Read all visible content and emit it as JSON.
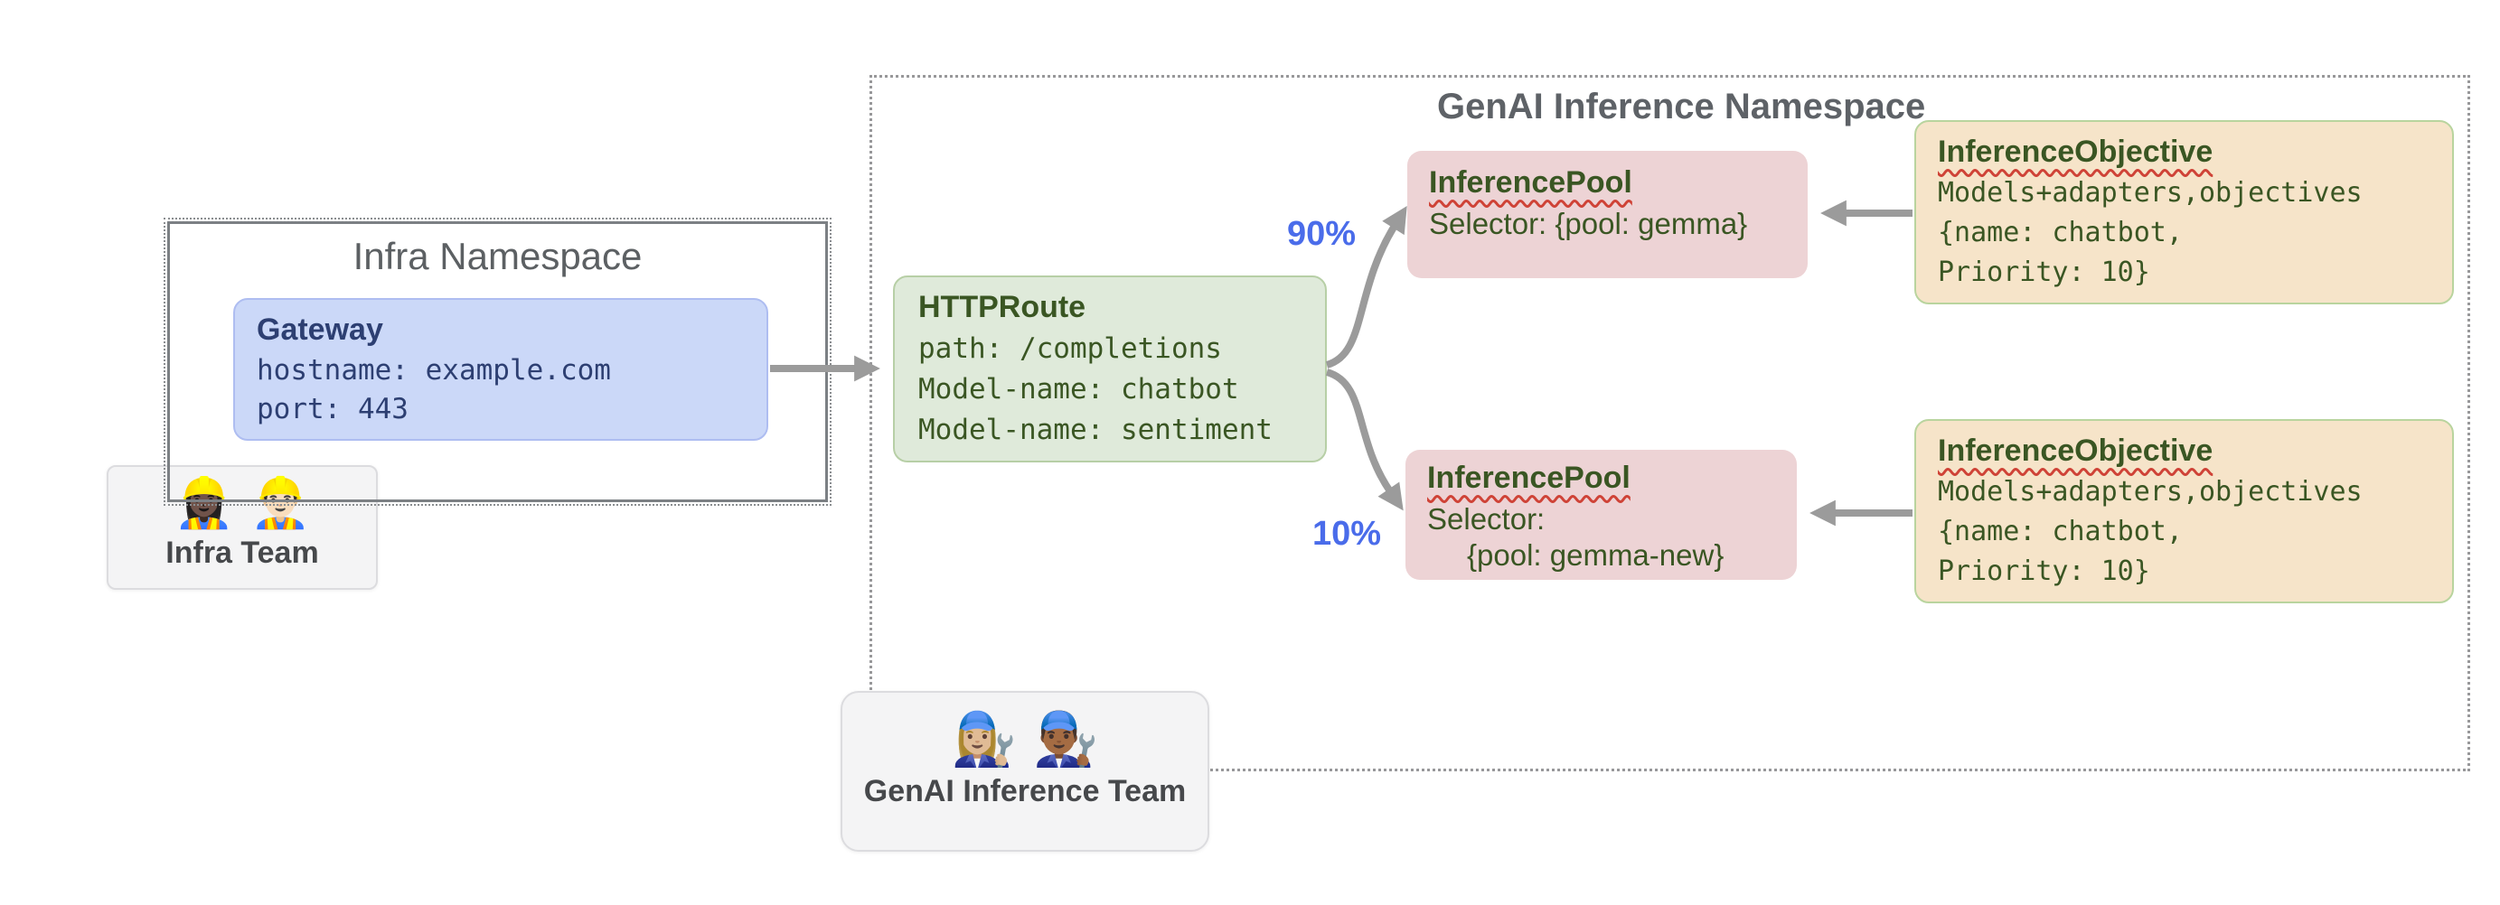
{
  "genai_namespace": {
    "label": "GenAI Inference Namespace"
  },
  "infra_namespace": {
    "label": "Infra Namespace"
  },
  "gateway": {
    "title": "Gateway",
    "lines": [
      "hostname: example.com",
      "port: 443"
    ]
  },
  "httproute": {
    "title": "HTTPRoute",
    "lines": [
      "path: /completions",
      "Model-name: chatbot",
      "Model-name: sentiment"
    ]
  },
  "pool_top": {
    "title": "InferencePool",
    "lines": [
      "Selector: {pool: gemma}"
    ]
  },
  "pool_bottom": {
    "title": "InferencePool",
    "lines": [
      "Selector:",
      "{pool: gemma-new}"
    ]
  },
  "objective_top": {
    "title": "InferenceObjective",
    "lines": [
      "Models+adapters,objectives",
      "{name: chatbot,",
      "Priority: 10}"
    ]
  },
  "objective_bottom": {
    "title": "InferenceObjective",
    "lines": [
      "Models+adapters,objectives",
      "{name: chatbot,",
      "Priority: 10}"
    ]
  },
  "traffic": {
    "pct_top": "90%",
    "pct_bottom": "10%"
  },
  "teams": {
    "infra": {
      "label": "Infra Team",
      "icons": "👷🏿‍♀️ 👷🏻‍♂️"
    },
    "genai": {
      "label": "GenAI Inference Team",
      "icons": "👩🏼‍🔧 👨🏾‍🔧"
    }
  },
  "colors": {
    "gateway_fill": "#cbd8f8",
    "gateway_text": "#2d3f72",
    "route_fill": "#dfeada",
    "pool_fill": "#edd3d5",
    "objective_fill": "#f6e4c9",
    "green_text": "#3a5623",
    "arrow_gray": "#9b9b9b",
    "pct_blue": "#4a6cea",
    "namespace_gray": "#5e6267",
    "squiggle_red": "#cf4337"
  }
}
